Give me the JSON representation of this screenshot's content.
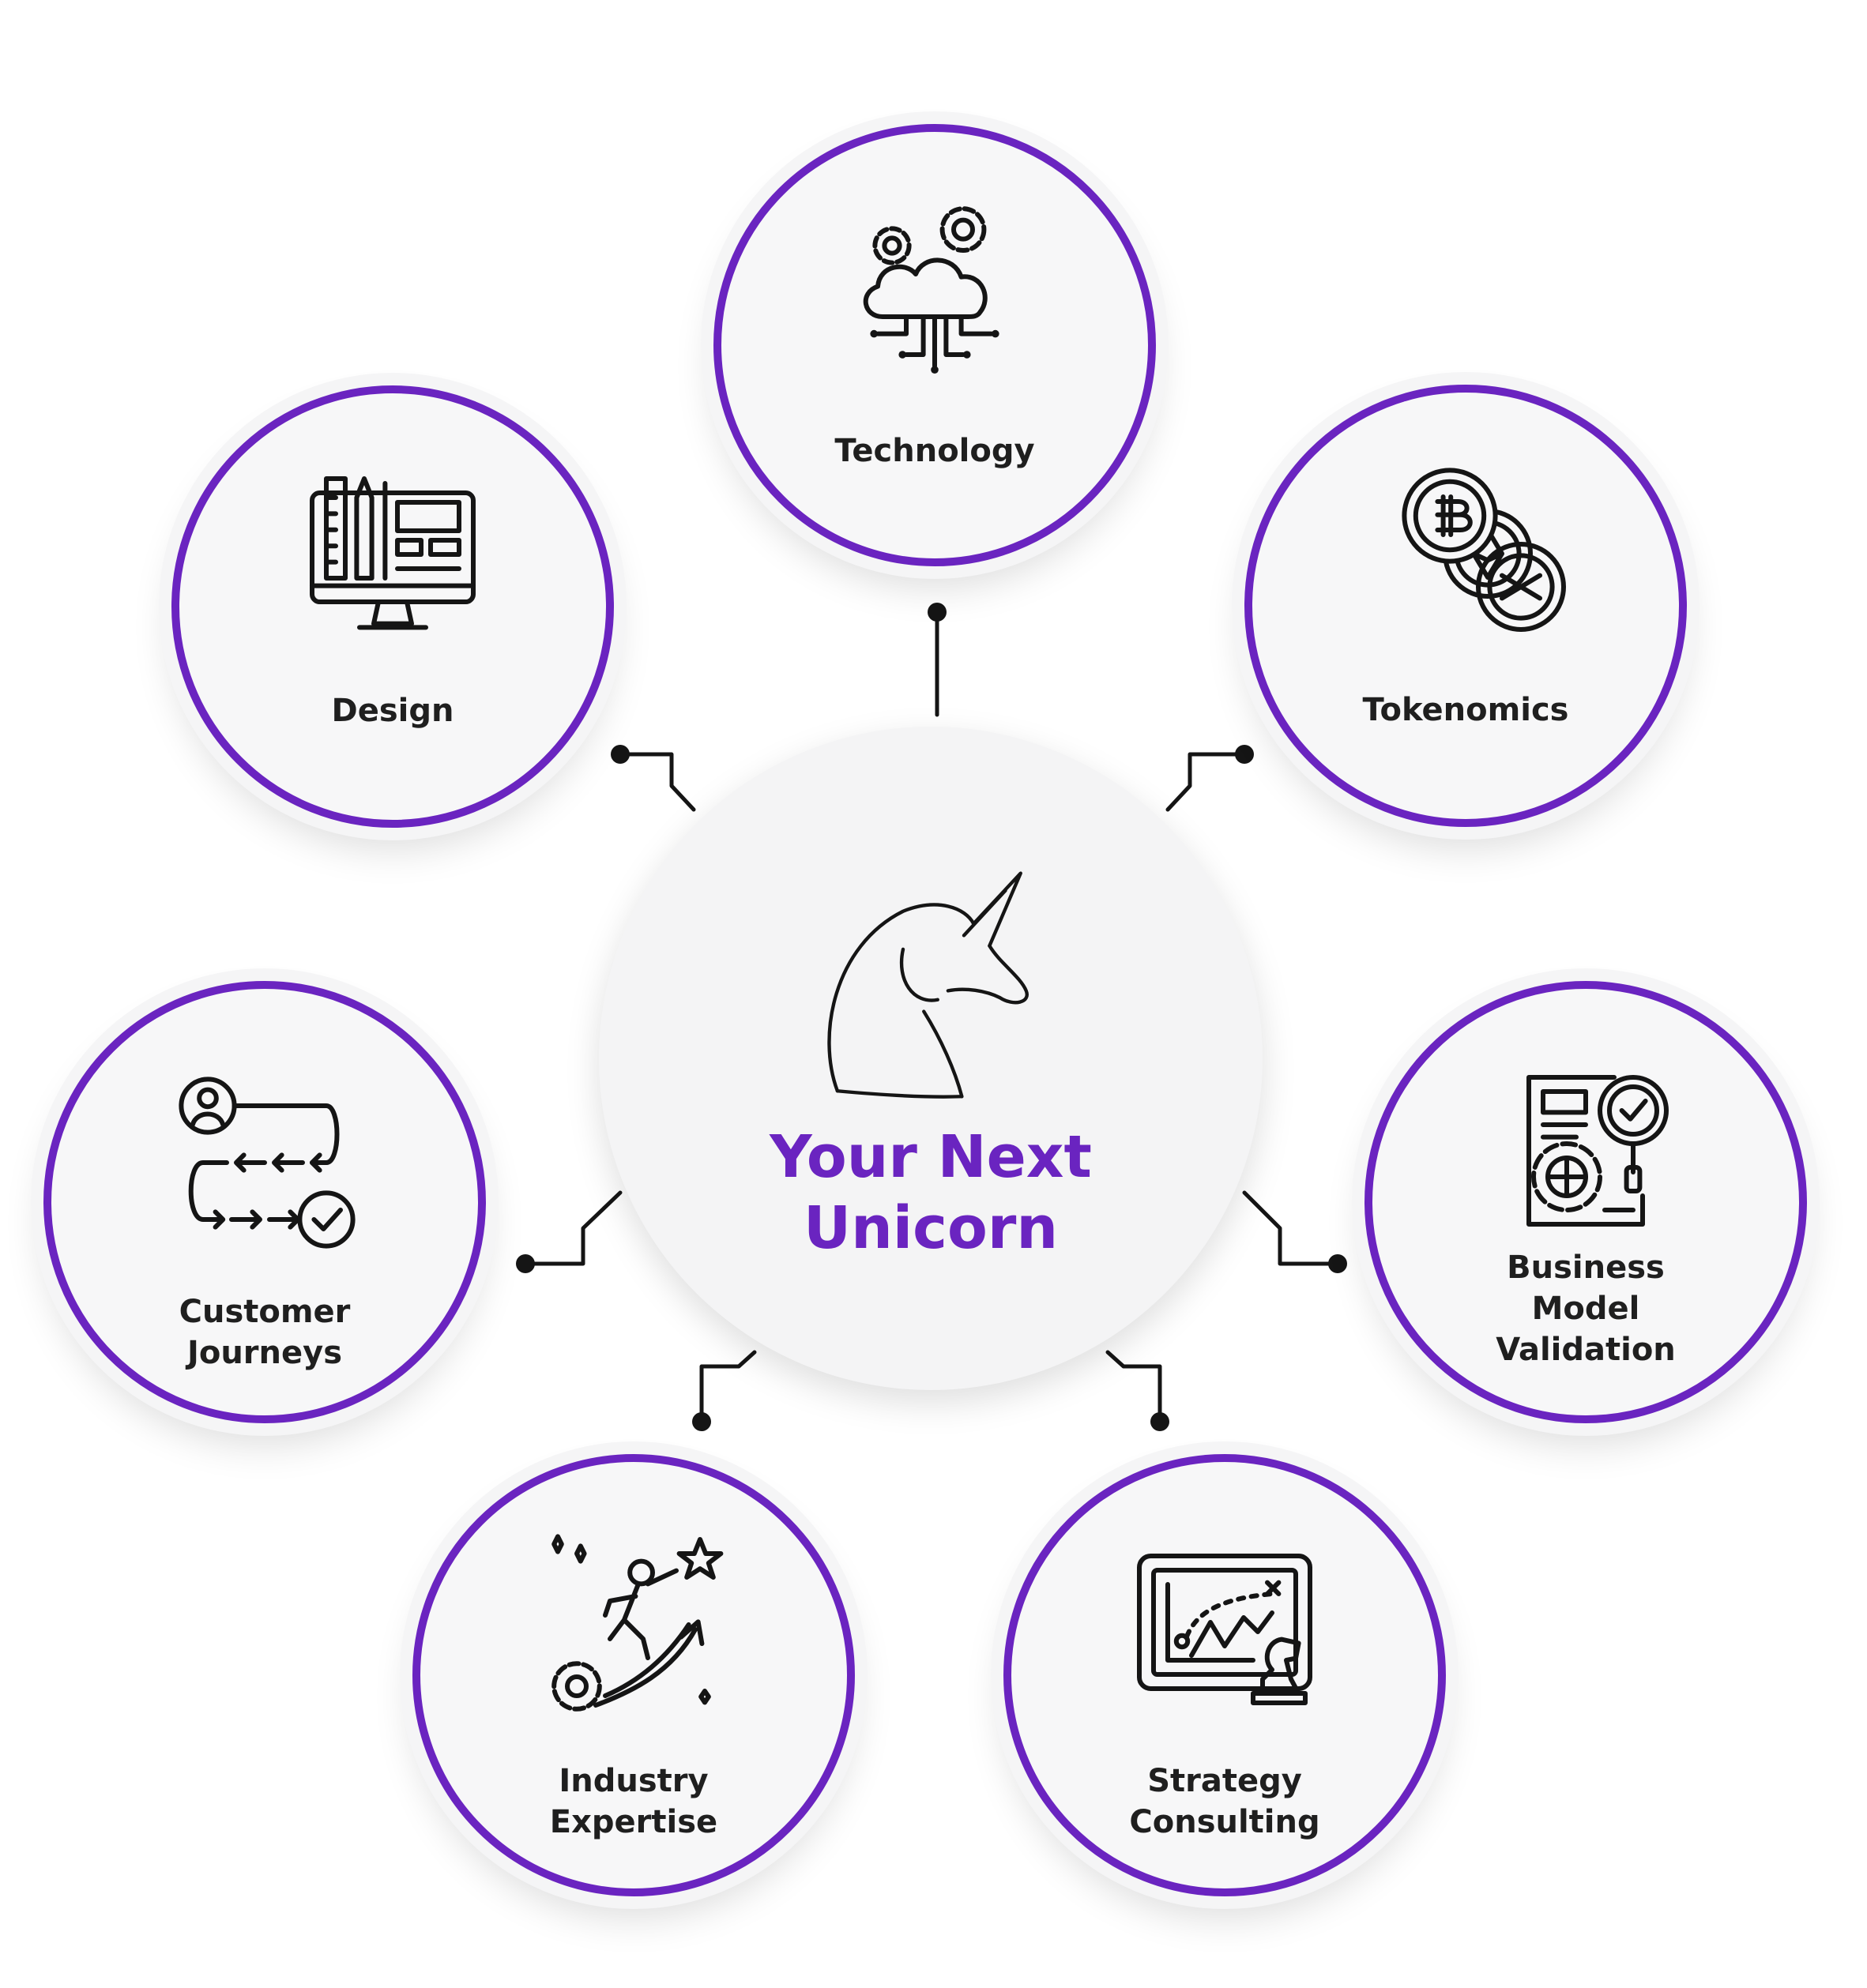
{
  "center": {
    "title_lines": [
      "Your Next",
      "Unicorn"
    ],
    "icon": "unicorn-icon"
  },
  "nodes": [
    {
      "id": "technology",
      "label_lines": [
        "Technology"
      ],
      "icon": "cloud-gears-icon"
    },
    {
      "id": "design",
      "label_lines": [
        "Design"
      ],
      "icon": "design-monitor-icon"
    },
    {
      "id": "tokenomics",
      "label_lines": [
        "Tokenomics"
      ],
      "icon": "crypto-coins-icon"
    },
    {
      "id": "customer-journeys",
      "label_lines": [
        "Customer",
        "Journeys"
      ],
      "icon": "journey-flow-icon"
    },
    {
      "id": "business-model-validation",
      "label_lines": [
        "Business",
        "Model",
        "Validation"
      ],
      "icon": "document-check-gear-icon"
    },
    {
      "id": "industry-expertise",
      "label_lines": [
        "Industry",
        "Expertise"
      ],
      "icon": "climber-star-icon"
    },
    {
      "id": "strategy-consulting",
      "label_lines": [
        "Strategy",
        "Consulting"
      ],
      "icon": "strategy-board-icon"
    }
  ],
  "colors": {
    "accent": "#6a24c0",
    "ink": "#1f1f1f",
    "node_fill": "#f7f7f8",
    "hub_fill": "#f4f4f5"
  }
}
